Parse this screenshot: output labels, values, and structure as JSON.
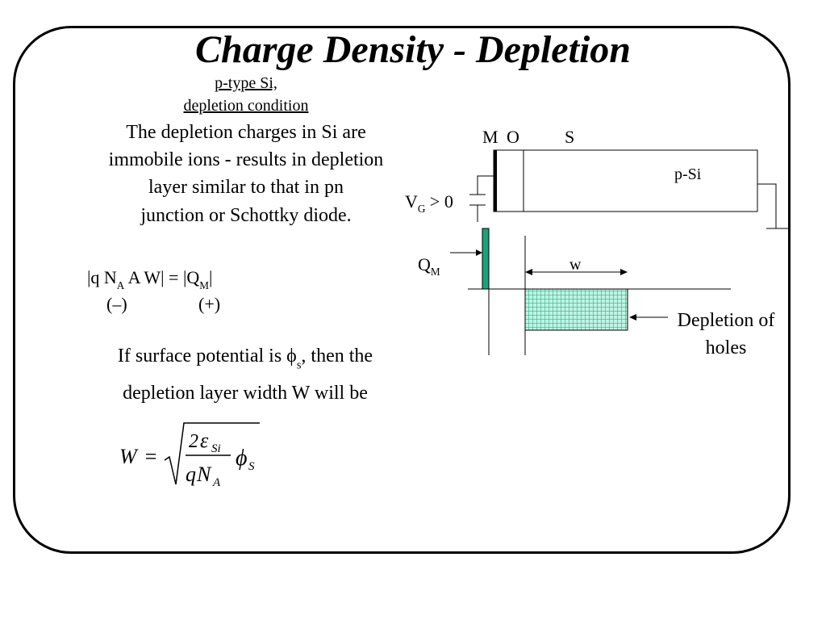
{
  "title": "Charge Density - Depletion",
  "subtitle_line1": "p-type Si,",
  "subtitle_line2": "depletion condition",
  "description_lines": [
    "The depletion charges in Si are",
    "immobile ions - results in depletion",
    "layer similar to that in pn",
    "junction or Schottky diode."
  ],
  "charge_equation": {
    "lhs_prefix": "|q N",
    "lhs_sub": "A",
    "lhs_suffix": " A W| = |Q",
    "rhs_sub": "M",
    "rhs_suffix": "|",
    "sign_left": "(–)",
    "sign_right": "(+)"
  },
  "surface_text": {
    "part1": "If surface potential is ",
    "phi": "ϕ",
    "phi_sub": "s",
    "part2": ", then the",
    "line2": "depletion layer width W will be"
  },
  "width_formula": {
    "lhs": "W",
    "eq": "=",
    "num_coef": "2",
    "epsilon": "ε",
    "epsilon_sub": "Si",
    "den_q": "q",
    "den_N": "N",
    "den_sub": "A",
    "phi": "ϕ",
    "phi_sub": "S"
  },
  "diagram": {
    "label_m": "M",
    "label_o": "O",
    "label_s": "S",
    "label_psi": "p-Si",
    "vg_prefix": "V",
    "vg_sub": "G",
    "vg_suffix": " > 0",
    "qm_prefix": "Q",
    "qm_sub": "M",
    "w_label": "w",
    "depletion_line1": "Depletion of",
    "depletion_line2": "holes",
    "qm_color": "#1aa37a",
    "depletion_color": "#1aa37a"
  }
}
